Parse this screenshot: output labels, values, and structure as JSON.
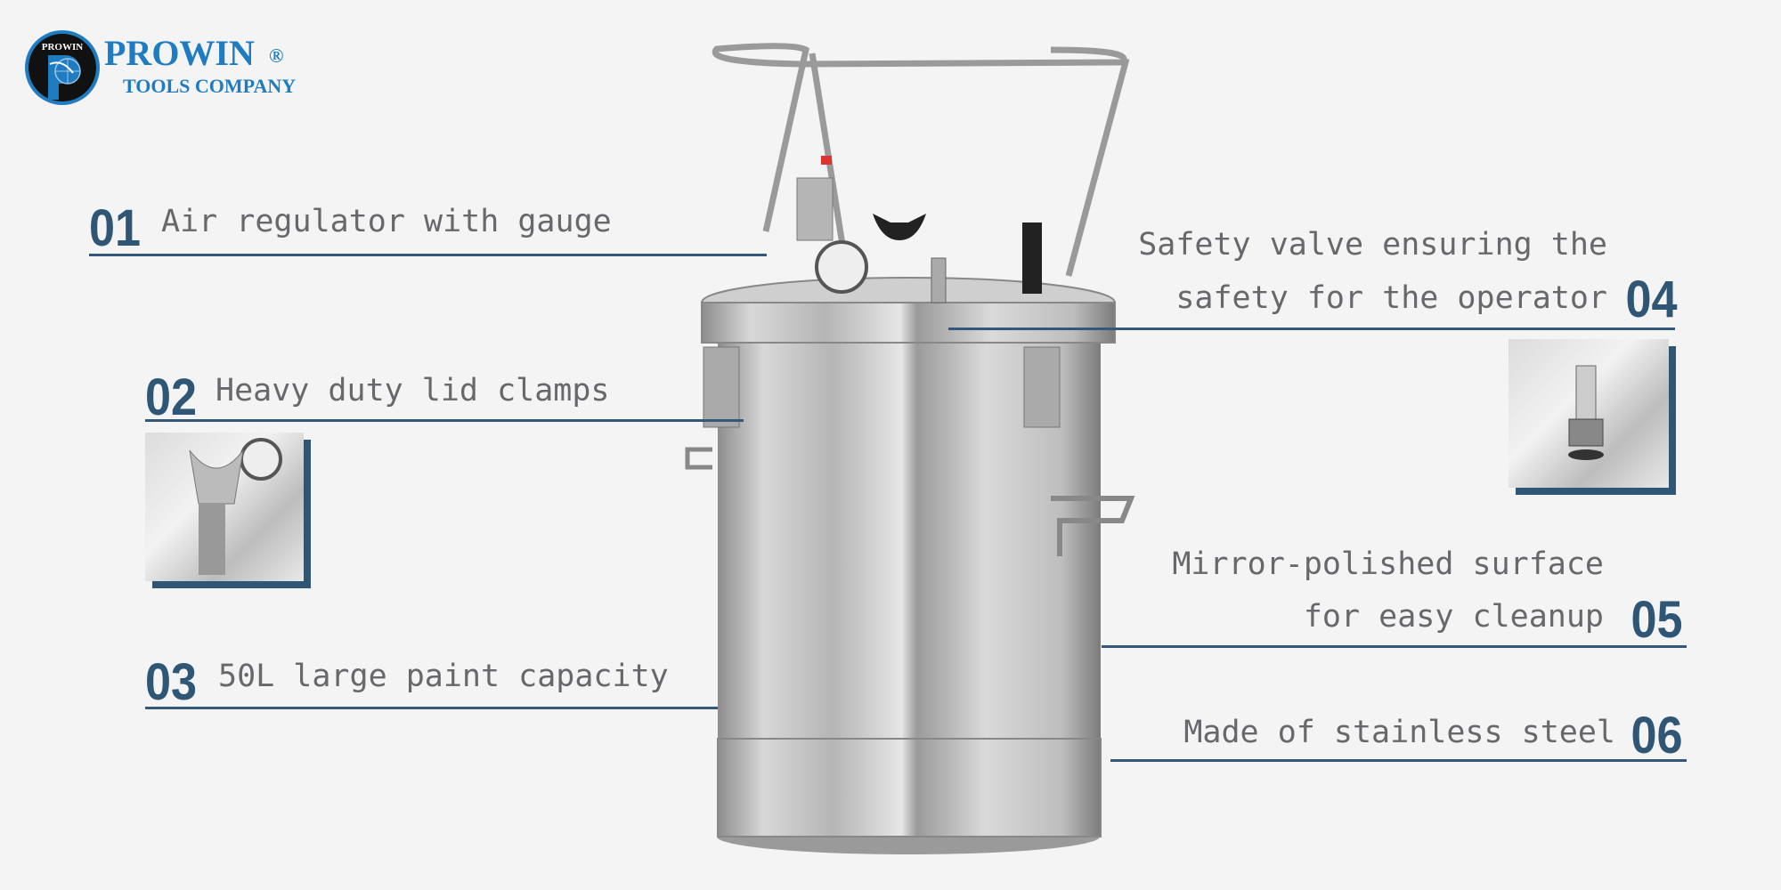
{
  "logo": {
    "circle_text": "PROWIN",
    "name": "PROWIN",
    "registered": "®",
    "subtitle": "TOOLS COMPANY"
  },
  "features": [
    {
      "number": "01",
      "text": "Air regulator with gauge"
    },
    {
      "number": "02",
      "text": "Heavy duty lid clamps"
    },
    {
      "number": "03",
      "text": "50L large paint capacity"
    },
    {
      "number": "04",
      "line1": "Safety valve ensuring the",
      "line2": "safety for the operator"
    },
    {
      "number": "05",
      "line1": "Mirror-polished surface",
      "line2": "for easy cleanup"
    },
    {
      "number": "06",
      "text": "Made of stainless steel"
    }
  ],
  "colors": {
    "accent": "#2f5675",
    "text": "#68686c",
    "brand": "#1f7cc0",
    "background": "#f4f4f4"
  }
}
